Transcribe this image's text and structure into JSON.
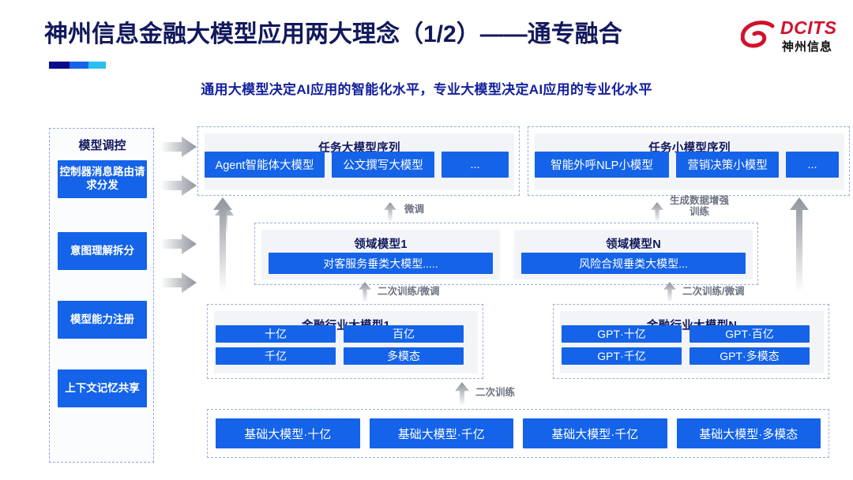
{
  "header": {
    "title": "神州信息金融大模型应用两大理念（1/2）——通专融合",
    "subtitle": "通用大模型决定AI应用的智能化水平，专业大模型决定AI应用的专业化水平",
    "logo_en": "DCITS",
    "logo_cn": "神州信息"
  },
  "sidebar": {
    "title": "模型调控",
    "items": [
      {
        "label": "控制器消息路由请求分发"
      },
      {
        "label": "意图理解拆分"
      },
      {
        "label": "模型能力注册"
      },
      {
        "label": "上下文记忆共享"
      }
    ]
  },
  "task_big": {
    "title": "任务大模型序列",
    "items": [
      "Agent智能体大模型",
      "公文撰写大模型",
      "..."
    ]
  },
  "task_small": {
    "title": "任务小模型序列",
    "items": [
      "智能外呼NLP小模型",
      "营销决策小模型",
      "..."
    ]
  },
  "domain": {
    "left": {
      "title": "领域模型1",
      "item": "对客服务垂类大模型....."
    },
    "right": {
      "title": "领域模型N",
      "item": "风险合规垂类大模型..."
    }
  },
  "industry": {
    "left": {
      "title": "金融行业大模型1",
      "items": [
        "十亿",
        "百亿",
        "千亿",
        "多模态"
      ]
    },
    "right": {
      "title": "金融行业大模型N",
      "items": [
        "GPT·十亿",
        "GPT·百亿",
        "GPT·千亿",
        "GPT·多模态"
      ]
    }
  },
  "foundation": {
    "items": [
      "基础大模型·十亿",
      "基础大模型·千亿",
      "基础大模型·千亿",
      "基础大模型·多模态"
    ]
  },
  "flow_labels": {
    "fine_tune": "微调",
    "data_aug_line1": "生成数据增强",
    "data_aug_line2": "训练",
    "retrain_left": "二次训练/微调",
    "retrain_right": "二次训练/微调",
    "retrain_bottom": "二次训练"
  },
  "colors": {
    "brand_blue": "#1463e8",
    "title_navy": "#11185c",
    "subtitle_blue": "#13209c",
    "logo_red": "#d1122b",
    "arrow_gray": "#9a9fa8"
  }
}
